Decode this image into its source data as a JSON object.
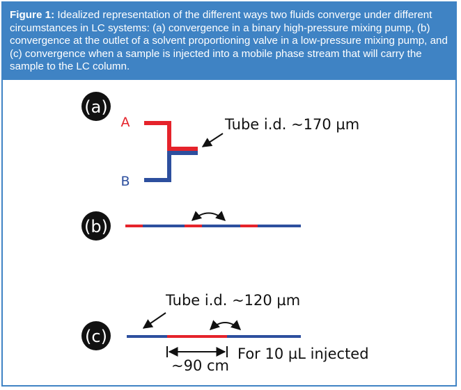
{
  "caption": {
    "label": "Figure 1:",
    "text": " Idealized representation of the different ways two fluids converge under different circumstances in LC systems: (a) convergence in a binary high-pressure mixing pump, (b) convergence at the outlet of a solvent proportioning valve in a low-pressure mixing pump, and (c) convergence when a sample is injected into a mobile phase stream that will carry the sample to the LC column."
  },
  "panel_a": {
    "badge": "(a)",
    "label_a": "A",
    "label_b": "B",
    "annotation": "Tube i.d. ~170 µm"
  },
  "panel_b": {
    "badge": "(b)"
  },
  "panel_c": {
    "badge": "(c)",
    "annotation_tube": "Tube i.d. ~120 µm",
    "annotation_volume": "For 10 µL injected",
    "annotation_length": "~90 cm"
  },
  "colors": {
    "frame_blue": "#3f83c4",
    "fluid_red": "#e5232b",
    "fluid_blue": "#2d4f9e",
    "badge_black": "#111111"
  }
}
